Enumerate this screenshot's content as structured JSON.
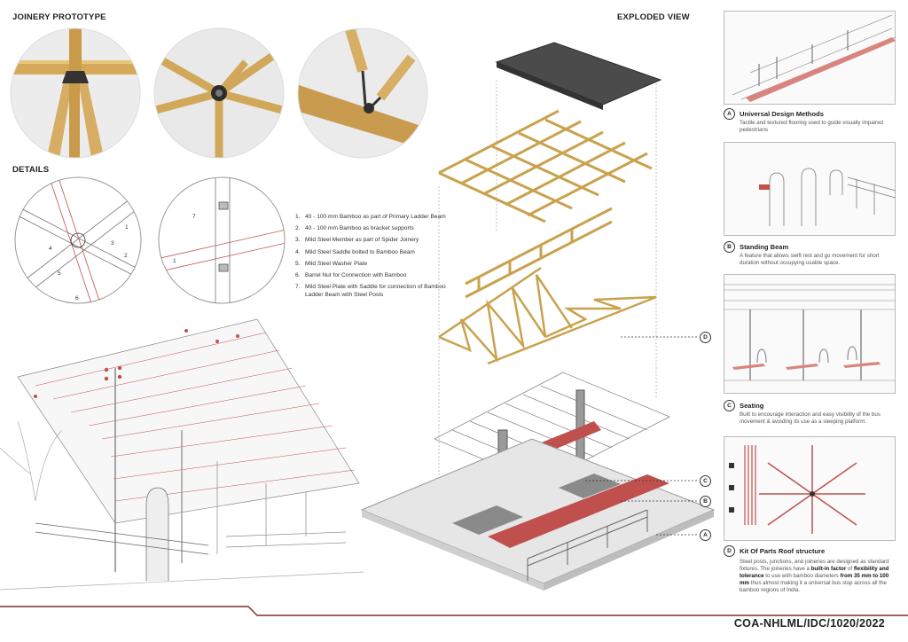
{
  "headings": {
    "joinery": "JOINERY PROTOTYPE",
    "details": "DETAILS",
    "exploded": "EXPLODED VIEW"
  },
  "detail_callouts": {
    "a": [
      "1",
      "2",
      "3",
      "4",
      "5",
      "6"
    ],
    "b": [
      "7",
      "1"
    ]
  },
  "notes": [
    {
      "num": "1.",
      "text": "40 - 100 mm Bamboo as part of Primary Ladder Beam"
    },
    {
      "num": "2.",
      "text": "40 - 100 mm Bamboo as bracket supports"
    },
    {
      "num": "3.",
      "text": "Mild Steel Member as part of Spider Joinery"
    },
    {
      "num": "4.",
      "text": "Mild Steel Saddle  bolted to Bamboo Beam"
    },
    {
      "num": "5.",
      "text": "Mild Steel Washer Plate"
    },
    {
      "num": "6.",
      "text": "Barrel Nut for Connection with Bamboo"
    },
    {
      "num": "7.",
      "text": "Mild Steel Plate with Saddle for connection of Bamboo  Ladder Beam with Steel Posts"
    }
  ],
  "exploded_markers": [
    "D",
    "C",
    "B",
    "A"
  ],
  "panels": [
    {
      "badge": "A",
      "title": "Universal Design Methods",
      "text": "Tactile and textured flooring used to guide visually impaired pedestrians"
    },
    {
      "badge": "B",
      "title": "Standing Beam",
      "text": "A feature that allows swift rest and go movement for short duration without occupying usable space."
    },
    {
      "badge": "C",
      "title": "Seating",
      "text": "Built to encourage interaction and easy visibility of the bus movement & avoiding its use as a sleeping platform."
    },
    {
      "badge": "D",
      "title": "Kit Of Parts Roof structure",
      "text_pre": "Steel posts, junctions, and joineries are designed as standard fixtures. The joineries have a ",
      "bold1": "built-in factor",
      "text_mid1": " of ",
      "bold2": "flexibility and tolerance",
      "text_mid2": " to use with bamboo diameters ",
      "bold3": "from 35 mm to 100 mm",
      "text_post": " thus almost making it a universal bus stop across all the bamboo regions of India."
    }
  ],
  "footer_code": "COA-NHLML/IDC/1020/2022",
  "colors": {
    "bamboo": "#d9b25a",
    "accent_red": "#c0504d",
    "line": "#666666",
    "roof": "#4a4a4a"
  }
}
